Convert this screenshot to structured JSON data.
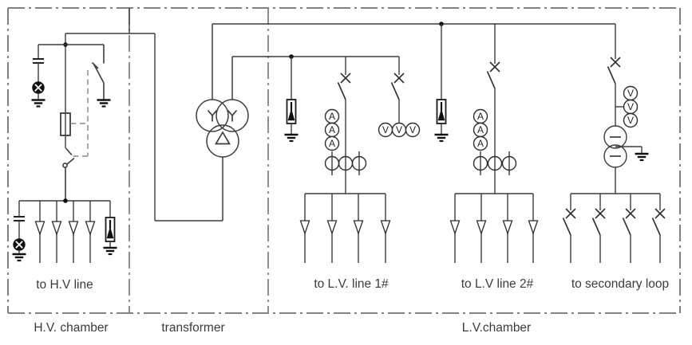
{
  "colors": {
    "background": "#ffffff",
    "border": "#818181",
    "circuit": "#3c3c3c",
    "linkage_dashed": "#9b9b9b",
    "symbol_fill": "#101010",
    "text": "#3a3a3a"
  },
  "section_labels": {
    "hv_chamber": "H.V. chamber",
    "transformer": "transformer",
    "lv_chamber": "L.V.chamber"
  },
  "destination_labels": {
    "hv_line": "to H.V line",
    "lv_line1": "to L.V. line 1#",
    "lv_line2": "to L.V line 2#",
    "secondary_loop": "to secondary loop"
  },
  "meter_labels": {
    "ammeter": "A",
    "voltmeter": "V"
  }
}
